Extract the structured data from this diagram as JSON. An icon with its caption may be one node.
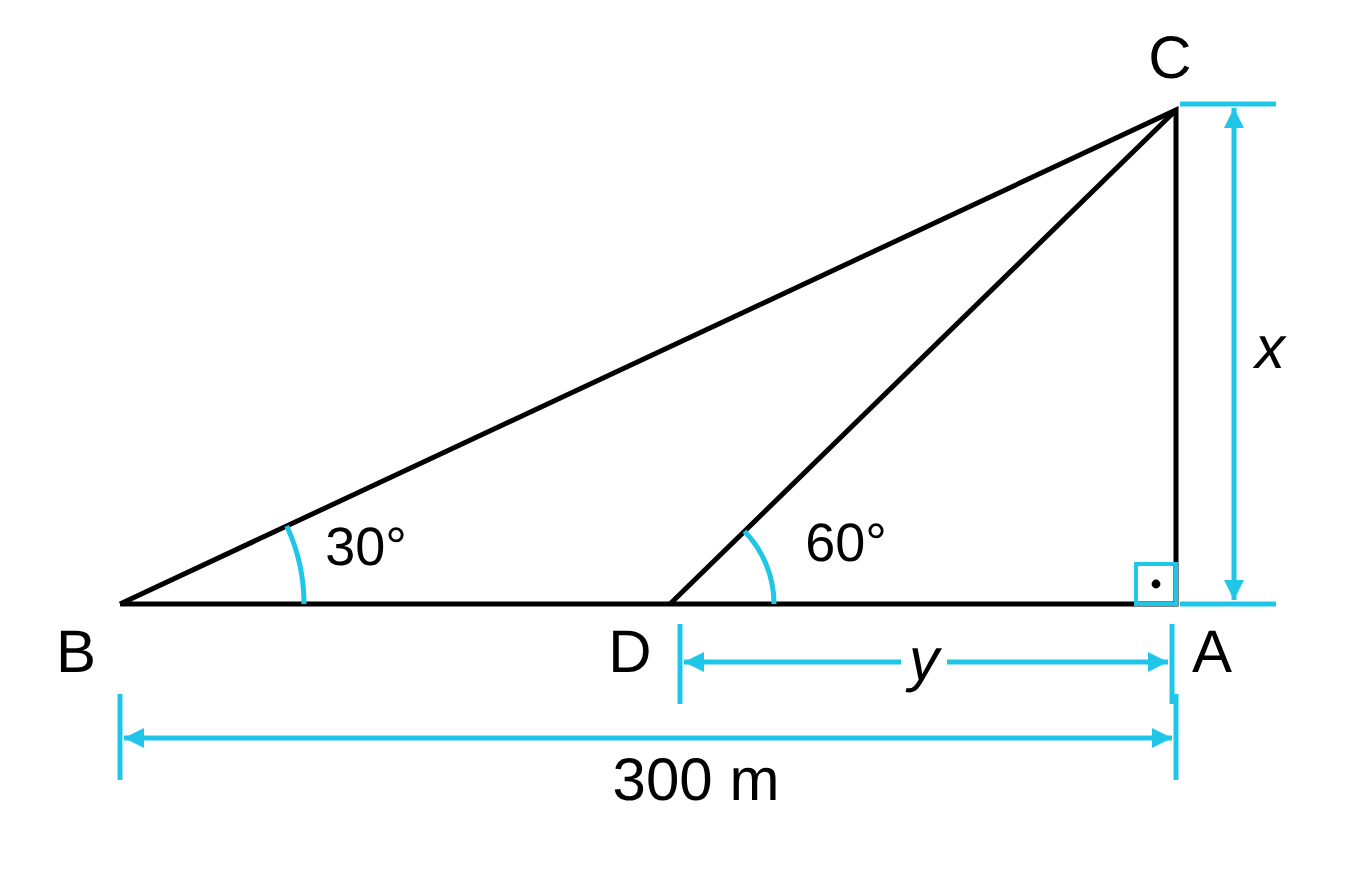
{
  "diagram": {
    "labels": [
      "C",
      "x",
      "30°",
      "60°",
      "B",
      "D",
      "y",
      "A",
      "300 m"
    ]
  }
}
